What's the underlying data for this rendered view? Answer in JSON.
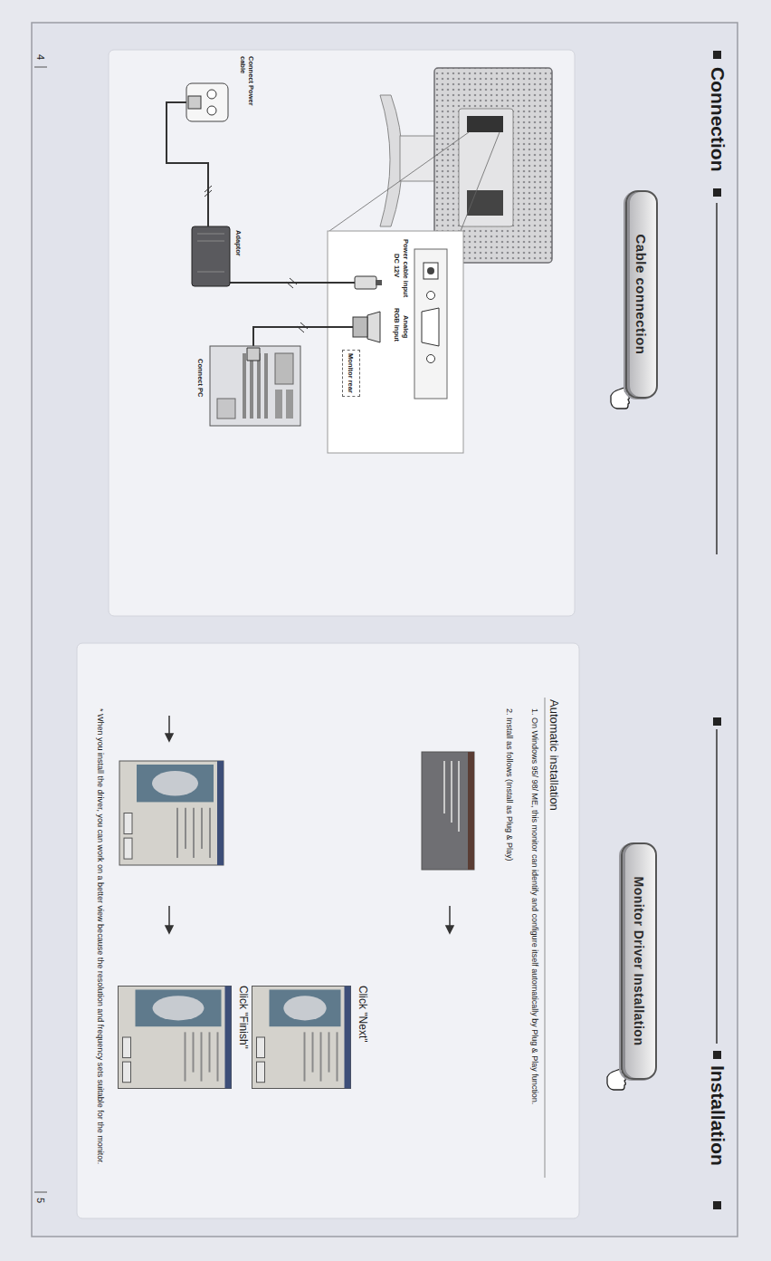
{
  "diagram": {
    "nodes": [
      {
        "text": [
          "Cable connection"
        ]
      },
      {
        "text": [
          "Monitor Driver Installation"
        ]
      },
      {
        "text": [
          "Monitor rear"
        ]
      },
      {
        "text": [
          "Click \"Next\""
        ]
      },
      {
        "text": [
          "Click \"Finish\""
        ]
      }
    ],
    "labels": [
      "Connection",
      "Installation",
      "Power cable input",
      "DC 12V",
      "Analog",
      "RGB input",
      "Connect Power cable",
      "Adaptor",
      "Connect PC",
      "Automatic installation",
      "1. On Windows 95/ 98/ ME, this monitor can identify and configure itself automatically by Plug & Play function.",
      "2. Install as follows (Install as Plug & Play)",
      "* When you install the driver, you can work on a better view because the resolution and frequency sets suitable for the monitor.",
      "4",
      "5"
    ]
  }
}
